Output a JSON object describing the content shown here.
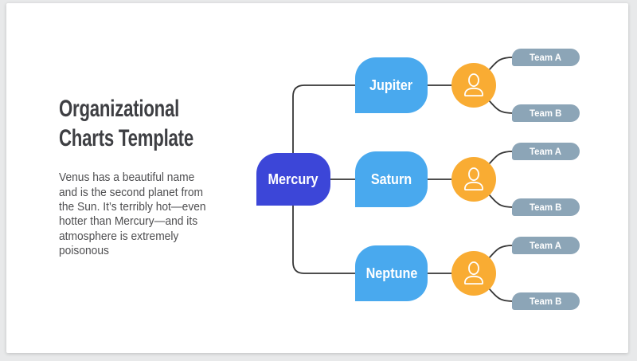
{
  "slide": {
    "panel": {
      "title": "Organizational\nCharts Template",
      "body": "Venus has a beautiful name\nand is the second planet from\nthe Sun. It’s terribly hot—even\nhotter than Mercury—and its\natmosphere is extremely\npoisonous"
    },
    "org_chart": {
      "root": {
        "label": "Mercury"
      },
      "branches": [
        {
          "label": "Jupiter",
          "teams": [
            "Team A",
            "Team B"
          ]
        },
        {
          "label": "Saturn",
          "teams": [
            "Team A",
            "Team B"
          ]
        },
        {
          "label": "Neptune",
          "teams": [
            "Team A",
            "Team B"
          ]
        }
      ],
      "icon": "person-icon"
    },
    "colors": {
      "root_fill": "#3c46d8",
      "branch_fill": "#49a9ee",
      "person_circle_fill": "#f9ac33",
      "team_pill_fill": "#8ca5b7",
      "connector_line": "#363636",
      "title_text": "#3e3f43",
      "body_text": "#4e4e50",
      "slide_bg": "#ffffff",
      "canvas_bg": "#e8e9ea"
    }
  }
}
